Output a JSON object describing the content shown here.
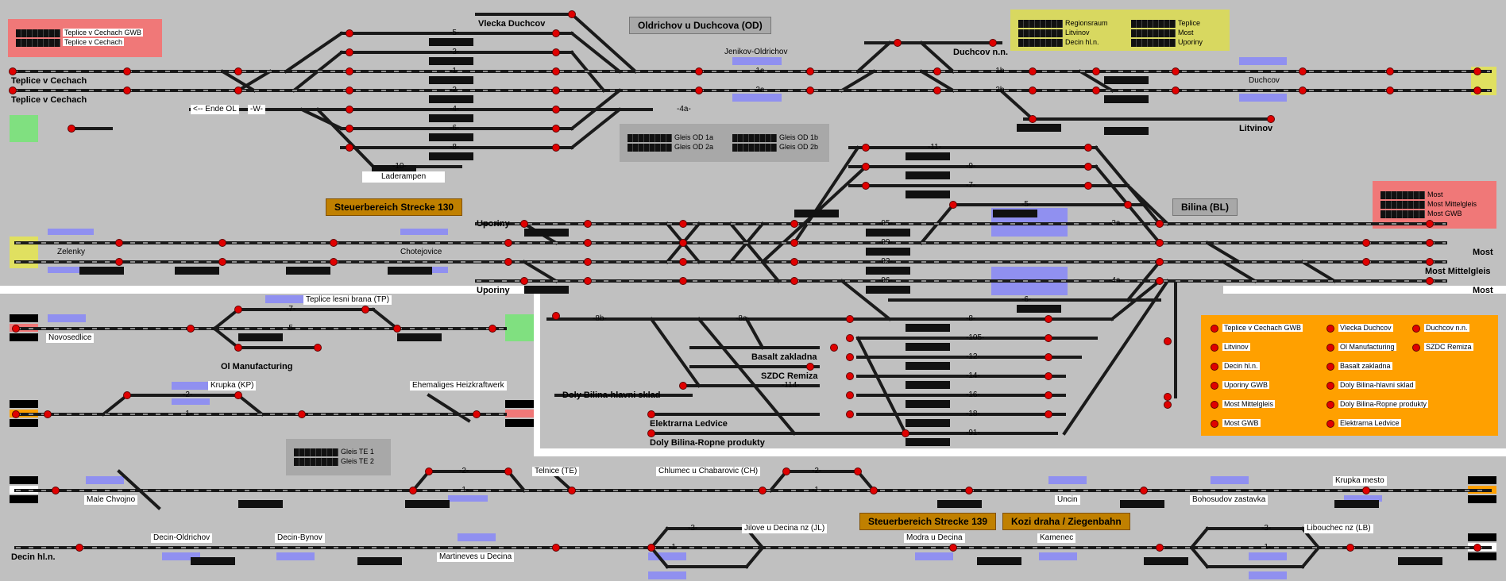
{
  "colors": {
    "bg": "#c0c0c0",
    "track": "#1a1a1a",
    "signal_red": "#e00000",
    "panel_yellow": "#d8d860",
    "panel_red": "#f07878",
    "panel_green": "#80e080",
    "panel_orange": "#ffa000",
    "section_title": "#c08000",
    "occupied_blue": "#9090f0"
  },
  "stations": {
    "teplice1": "Teplice v Cechach",
    "teplice2": "Teplice v Cechach",
    "vlecka_duchcov": "Vlecka Duchcov",
    "oldrichov_od": "Oldrichov u Duchcova (OD)",
    "jenikov": "Jenikov-Oldrichov",
    "ende_ol": "<-- Ende OL",
    "w_label": "-W-",
    "laderampen": "Laderampen",
    "duchcov_nn": "Duchcov n.n.",
    "duchcov": "Duchcov",
    "litvinov": "Litvinov",
    "uporiny1": "Uporiny",
    "uporiny2": "Uporiny",
    "zelenky": "Zelenky",
    "chotejovice": "Chotejovice",
    "bilina": "Bilina (BL)",
    "most1": "Most",
    "most_mittelgleis": "Most Mittelgleis",
    "most2": "Most",
    "teplice_lesni": "Teplice lesni brana (TP)",
    "novosedlice": "Novosedlice",
    "ol_manufacturing": "Ol Manufacturing",
    "basalt": "Basalt zakladna",
    "szdc_remiza": "SZDC Remiza",
    "doly_bilina": "Doly Bilina-hlavni sklad",
    "elektrarna": "Elektrarna Ledvice",
    "doly_ropne": "Doly Bilina-Ropne produkty",
    "krupka_kp": "Krupka (KP)",
    "ehemaliges": "Ehemaliges Heizkraftwerk",
    "male_chvojno": "Male Chvojno",
    "telnice": "Telnice (TE)",
    "chlumec": "Chlumec u Chabarovic (CH)",
    "uncin": "Uncin",
    "bohosudov": "Bohosudov zastavka",
    "krupka_mesto": "Krupka mesto",
    "decin_hln": "Decin hl.n.",
    "decin_oldrichov": "Decin-Oldrichov",
    "decin_bynov": "Decin-Bynov",
    "martineves": "Martineves u Decina",
    "jilove": "Jilove u Decina nz (JL)",
    "modra": "Modra u Decina",
    "kamenec": "Kamenec",
    "libouchec": "Libouchec nz (LB)"
  },
  "sections": {
    "strecke130": "Steuerbereich Strecke 130",
    "strecke139": "Steuerbereich Strecke 139",
    "kozi": "Kozi draha / Ziegenbahn"
  },
  "panels": {
    "teplice_panel": [
      "Teplice v Cechach GWB",
      "Teplice v Cechach"
    ],
    "od_left": [
      "Gleis OD 1a",
      "Gleis OD 2a"
    ],
    "od_right": [
      "Gleis OD 1b",
      "Gleis OD 2b"
    ],
    "yellow_left": [
      "Regionsraum",
      "Litvinov",
      "Decin hl.n."
    ],
    "yellow_right": [
      "Teplice",
      "Most",
      "Uporiny"
    ],
    "most_panel": [
      "Most",
      "Most Mittelgleis",
      "Most GWB"
    ],
    "te_panel": [
      "Gleis TE 1",
      "Gleis TE 2"
    ]
  },
  "legend": [
    "Teplice v Cechach GWB",
    "Vlecka Duchcov",
    "Duchcov n.n.",
    "Litvinov",
    "Ol Manufacturing",
    "SZDC Remiza",
    "Decin hl.n.",
    "Basalt zakladna",
    "Uporiny GWB",
    "Doly Bilina-hlavni sklad",
    "Most Mittelgleis",
    "Doly Bilina-Ropne produkty",
    "Most GWB",
    "Elektrarna Ledvice"
  ],
  "track_labels": {
    "t5": "-5-",
    "t3": "-3-",
    "t1": "-1-",
    "t2": "-2-",
    "t4": "-4-",
    "t6": "-6-",
    "t8": "-8-",
    "t10": "-10-",
    "t1a": "-1a-",
    "t2a": "-2a-",
    "t4a": "-4a-",
    "t1b": "-1b-",
    "t2b": "-2b-",
    "b11": "-11-",
    "b9": "-9-",
    "b7": "-7-",
    "b5": "-5-",
    "b3a": "-3a-",
    "b95": "-95-",
    "b99": "-99-",
    "b92": "-92-",
    "b96": "-96-",
    "b6": "-6-",
    "b4a": "-4a-",
    "b8": "-8-",
    "b105": "-105-",
    "b12": "-12-",
    "b14": "-14-",
    "b16": "-16-",
    "b18": "-18-",
    "b91": "-91-",
    "b8b": "-8b-",
    "b8a": "-8a-",
    "b114": "-114-",
    "tp7": "-7-",
    "tp5": "-5-",
    "kp2": "-2-",
    "kp1": "-1-",
    "te2": "-2-",
    "te1": "-1-",
    "ch2": "-2-",
    "ch1": "-1-",
    "jl3": "-3-",
    "jl1": "-1-",
    "lb3": "-3-",
    "lb1": "-1-"
  }
}
